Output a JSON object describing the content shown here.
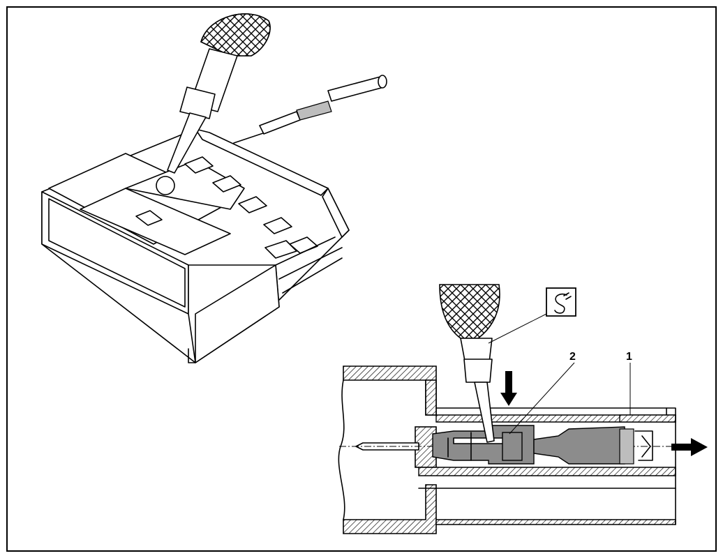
{
  "figure": {
    "callouts": [
      {
        "id": "1",
        "text": "1"
      },
      {
        "id": "2",
        "text": "2"
      }
    ],
    "tool_symbol": "tool-symbol-icon",
    "arrows": [
      "push-down-arrow-icon",
      "pull-out-arrow-icon"
    ],
    "colors": {
      "line": "#000000",
      "fill_dark": "#8c8c8c",
      "fill_light": "#bdbdbd",
      "background": "#ffffff"
    }
  }
}
